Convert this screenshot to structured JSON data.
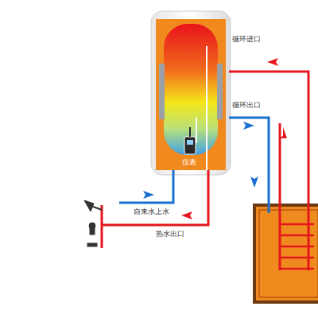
{
  "diagram": {
    "nodes": [
      {
        "text": [
          "仪表"
        ]
      }
    ],
    "labels": [
      "循环进口",
      "循环出口",
      "自来水上水",
      "热水出口"
    ]
  }
}
